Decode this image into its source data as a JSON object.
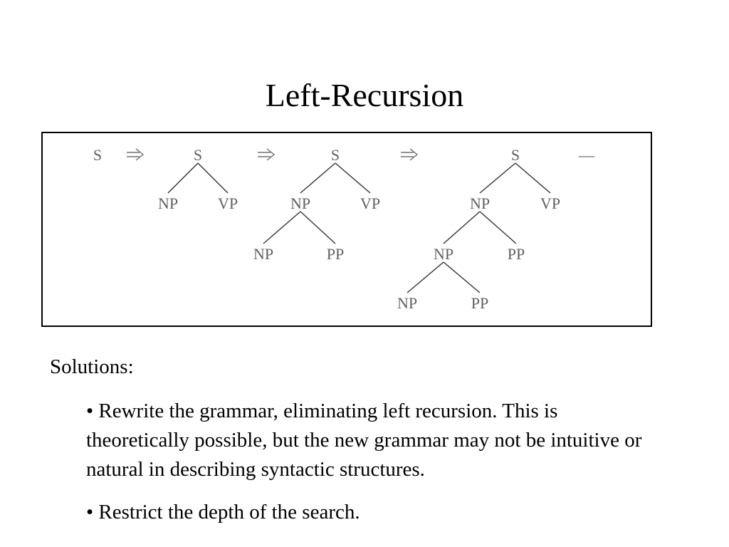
{
  "slide": {
    "title": "Left-Recursion",
    "diagram": {
      "derivation_steps": [
        {
          "step": 1,
          "nodes": [
            {
              "id": "s",
              "label": "S"
            }
          ],
          "edges": []
        },
        {
          "step": 2,
          "nodes": [
            {
              "id": "s",
              "label": "S"
            },
            {
              "id": "np",
              "label": "NP"
            },
            {
              "id": "vp",
              "label": "VP"
            }
          ],
          "edges": [
            [
              "s",
              "np"
            ],
            [
              "s",
              "vp"
            ]
          ]
        },
        {
          "step": 3,
          "nodes": [
            {
              "id": "s",
              "label": "S"
            },
            {
              "id": "np",
              "label": "NP"
            },
            {
              "id": "vp",
              "label": "VP"
            },
            {
              "id": "np2",
              "label": "NP"
            },
            {
              "id": "pp2",
              "label": "PP"
            }
          ],
          "edges": [
            [
              "s",
              "np"
            ],
            [
              "s",
              "vp"
            ],
            [
              "np",
              "np2"
            ],
            [
              "np",
              "pp2"
            ]
          ]
        },
        {
          "step": 4,
          "nodes": [
            {
              "id": "s",
              "label": "S"
            },
            {
              "id": "np",
              "label": "NP"
            },
            {
              "id": "vp",
              "label": "VP"
            },
            {
              "id": "np2",
              "label": "NP"
            },
            {
              "id": "pp2",
              "label": "PP"
            },
            {
              "id": "np3",
              "label": "NP"
            },
            {
              "id": "pp3",
              "label": "PP"
            }
          ],
          "edges": [
            [
              "s",
              "np"
            ],
            [
              "s",
              "vp"
            ],
            [
              "np",
              "np2"
            ],
            [
              "np",
              "pp2"
            ],
            [
              "np2",
              "np3"
            ],
            [
              "np2",
              "pp3"
            ]
          ]
        }
      ],
      "continuation_mark": "—"
    },
    "solutions": {
      "heading": "Solutions:",
      "items": [
        "• Rewrite the grammar, eliminating left recursion. This is theoretically possible, but the new grammar may not be intuitive or natural in describing syntactic structures.",
        "• Restrict the depth of the search."
      ]
    }
  }
}
